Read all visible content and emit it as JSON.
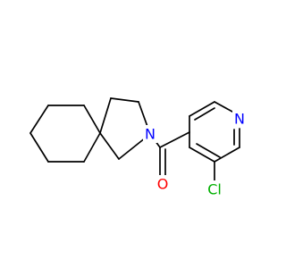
{
  "molecule": {
    "atoms": {
      "n_pyridine": {
        "text": "N",
        "color": "#0000ff"
      },
      "n_amide": {
        "text": "N",
        "color": "#0000ff"
      },
      "o_carbonyl": {
        "text": "O",
        "color": "#ff0000"
      },
      "cl": {
        "text": "Cl",
        "color": "#00b000"
      }
    }
  },
  "colors": {
    "bond": "#000000",
    "background": "#ffffff"
  }
}
